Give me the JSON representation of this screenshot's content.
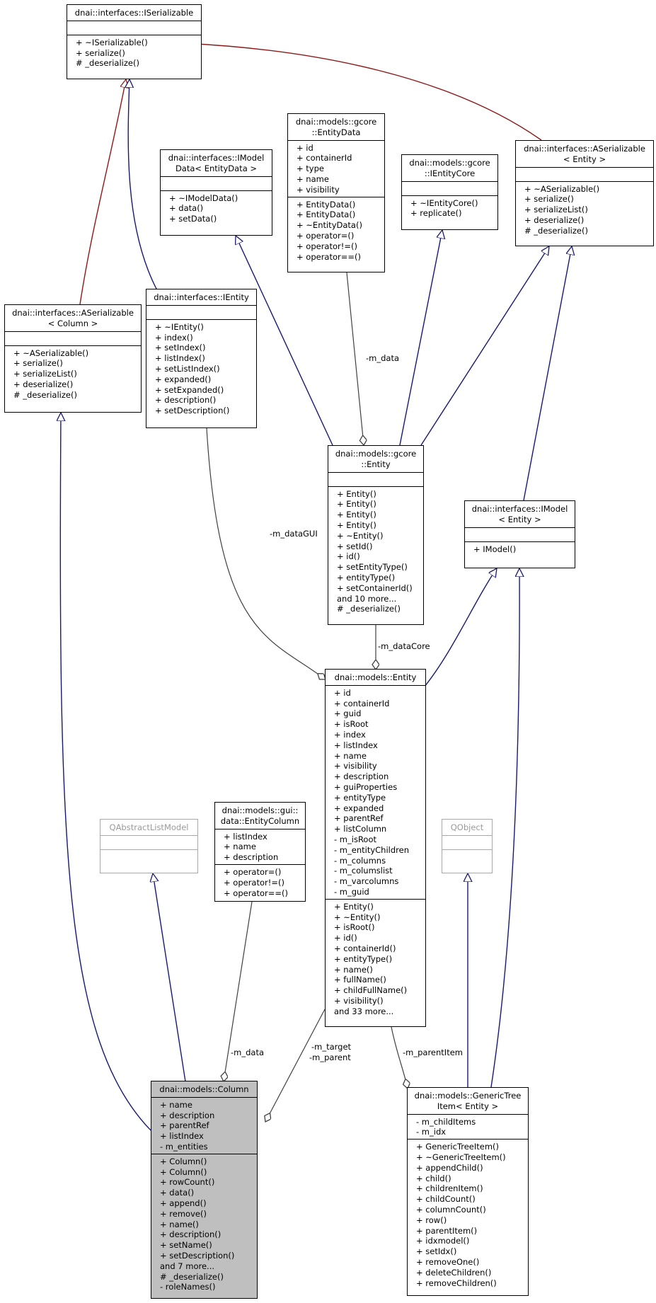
{
  "diagram": {
    "classes": {
      "iserializable": {
        "title": [
          "dnai::interfaces::ISerializable"
        ],
        "attributes": [],
        "operations": [
          "+ ~ISerializable()",
          "+ serialize()",
          "# _deserialize()"
        ]
      },
      "aserializable_column": {
        "title": [
          "dnai::interfaces::ASerializable",
          "< Column >"
        ],
        "attributes": [],
        "operations": [
          "+ ~ASerializable()",
          "+ serialize()",
          "+ serializeList()",
          "+ deserialize()",
          "# _deserialize()"
        ]
      },
      "imodeldata": {
        "title": [
          "dnai::interfaces::IModel",
          "Data< EntityData >"
        ],
        "attributes": [],
        "operations": [
          "+ ~IModelData()",
          "+ data()",
          "+ setData()"
        ]
      },
      "ientity": {
        "title": [
          "dnai::interfaces::IEntity"
        ],
        "attributes": [],
        "operations": [
          "+ ~IEntity()",
          "+ index()",
          "+ setIndex()",
          "+ listIndex()",
          "+ setListIndex()",
          "+ expanded()",
          "+ setExpanded()",
          "+ description()",
          "+ setDescription()"
        ]
      },
      "entitydata": {
        "title": [
          "dnai::models::gcore",
          "::EntityData"
        ],
        "attributes": [
          "+ id",
          "+ containerId",
          "+ type",
          "+ name",
          "+ visibility"
        ],
        "operations": [
          "+ EntityData()",
          "+ EntityData()",
          "+ ~EntityData()",
          "+ operator=()",
          "+ operator!=()",
          "+ operator==()"
        ]
      },
      "ientitycore": {
        "title": [
          "dnai::models::gcore",
          "::IEntityCore"
        ],
        "attributes": [],
        "operations": [
          "+ ~IEntityCore()",
          "+ replicate()"
        ]
      },
      "aserializable_entity": {
        "title": [
          "dnai::interfaces::ASerializable",
          "< Entity >"
        ],
        "attributes": [],
        "operations": [
          "+ ~ASerializable()",
          "+ serialize()",
          "+ serializeList()",
          "+ deserialize()",
          "# _deserialize()"
        ]
      },
      "gcore_entity": {
        "title": [
          "dnai::models::gcore",
          "::Entity"
        ],
        "attributes": [],
        "operations": [
          "+ Entity()",
          "+ Entity()",
          "+ Entity()",
          "+ Entity()",
          "+ ~Entity()",
          "+ setId()",
          "+ id()",
          "+ setEntityType()",
          "+ entityType()",
          "+ setContainerId()",
          "and 10 more...",
          "# _deserialize()"
        ]
      },
      "imodel_entity": {
        "title": [
          "dnai::interfaces::IModel",
          "< Entity >"
        ],
        "attributes": [],
        "operations": [
          "+ IModel()"
        ]
      },
      "models_entity": {
        "title": [
          "dnai::models::Entity"
        ],
        "attributes": [
          "+ id",
          "+ containerId",
          "+ guid",
          "+ isRoot",
          "+ index",
          "+ listIndex",
          "+ name",
          "+ visibility",
          "+ description",
          "+ guiProperties",
          "+ entityType",
          "+ expanded",
          "+ parentRef",
          "+ listColumn",
          "- m_isRoot",
          "- m_entityChildren",
          "- m_columns",
          "- m_columslist",
          "- m_varcolumns",
          "- m_guid"
        ],
        "operations": [
          "+ Entity()",
          "+ ~Entity()",
          "+ isRoot()",
          "+ id()",
          "+ containerId()",
          "+ entityType()",
          "+ name()",
          "+ fullName()",
          "+ childFullName()",
          "+ visibility()",
          "and 33 more..."
        ]
      },
      "qabstractlistmodel": {
        "title": [
          "QAbstractListModel"
        ],
        "attributes": [],
        "operations": []
      },
      "entitycolumn": {
        "title": [
          "dnai::models::gui::",
          "data::EntityColumn"
        ],
        "attributes": [
          "+ listIndex",
          "+ name",
          "+ description"
        ],
        "operations": [
          "+ operator=()",
          "+ operator!=()",
          "+ operator==()"
        ]
      },
      "qobject": {
        "title": [
          "QObject"
        ],
        "attributes": [],
        "operations": []
      },
      "column": {
        "title": [
          "dnai::models::Column"
        ],
        "attributes": [
          "+ name",
          "+ description",
          "+ parentRef",
          "+ listIndex",
          "- m_entities"
        ],
        "operations": [
          "+ Column()",
          "+ Column()",
          "+ rowCount()",
          "+ data()",
          "+ append()",
          "+ remove()",
          "+ name()",
          "+ description()",
          "+ setName()",
          "+ setDescription()",
          "and 7 more...",
          "# _deserialize()",
          "- roleNames()"
        ]
      },
      "generictreeitem": {
        "title": [
          "dnai::models::GenericTree",
          "Item< Entity >"
        ],
        "attributes": [
          "- m_childItems",
          "- m_idx"
        ],
        "operations": [
          "+ GenericTreeItem()",
          "+ ~GenericTreeItem()",
          "+ appendChild()",
          "+ child()",
          "+ childrenItem()",
          "+ childCount()",
          "+ columnCount()",
          "+ row()",
          "+ parentItem()",
          "+ idxmodel()",
          "+ setIdx()",
          "+ removeOne()",
          "+ deleteChildren()",
          "+ removeChildren()"
        ]
      }
    },
    "edge_labels": {
      "m_data_entitydata": "-m_data",
      "m_dataGUI": "-m_dataGUI",
      "m_dataCore": "-m_dataCore",
      "m_data_column": "-m_data",
      "m_target": "-m_target",
      "m_parent": "-m_parent",
      "m_parentItem": "-m_parentItem"
    },
    "colors": {
      "inheritance_public": "#191970",
      "inheritance_template": "#8b1a1a",
      "usage": "#404040",
      "highlight_fill": "#bfbfbf",
      "external_border": "#a8a8a8"
    }
  }
}
